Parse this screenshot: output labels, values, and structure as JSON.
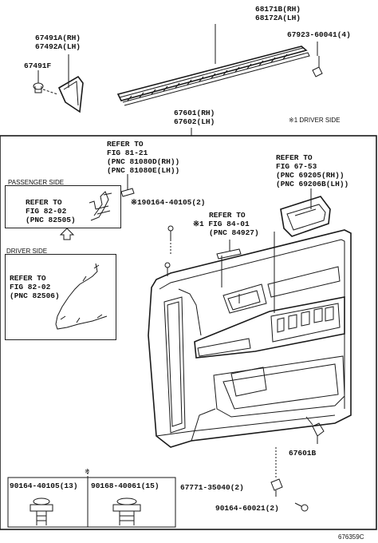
{
  "labels": {
    "p68171b": "68171B(RH)",
    "p68172a": "68172A(LH)",
    "p67491a": "67491A(RH)",
    "p67492a": "67492A(LH)",
    "p67491f": "67491F",
    "p67923": "67923-60041(4)",
    "p67601": "67601(RH)",
    "p67602": "67602(LH)",
    "note_driver": "※1 DRIVER SIDE",
    "ref81_l1": "REFER TO",
    "ref81_l2": "FIG 81-21",
    "ref81_l3": "(PNC 81080D(RH))",
    "ref81_l4": "(PNC 81080E(LH))",
    "ref67_l1": "REFER TO",
    "ref67_l2": "FIG 67-53",
    "ref67_l3": "(PNC 69205(RH))",
    "ref67_l4": "(PNC 69206B(LH))",
    "passenger_side": "PASSENGER SIDE",
    "ref8202a_l1": "REFER TO",
    "ref8202a_l2": "FIG 82-02",
    "ref8202a_l3": "(PNC 82505)",
    "p90164_40105_note": "※190164-40105(2)",
    "ref8401_l1": "REFER TO",
    "ref8401_l2": "※1 FIG 84-01",
    "ref8401_l3": "(PNC 84927)",
    "driver_side": "DRIVER SIDE",
    "ref8202b_l1": "REFER TO",
    "ref8202b_l2": "FIG 82-02",
    "ref8202b_l3": "(PNC 82506)",
    "p67601b": "67601B",
    "star": "※",
    "p90164_40105_13": "90164-40105(13)",
    "p90168_40061": "90168-40061(15)",
    "p67771": "67771-35040(2)",
    "p90164_60021": "90164-60021(2)",
    "catalog": "676359C"
  }
}
